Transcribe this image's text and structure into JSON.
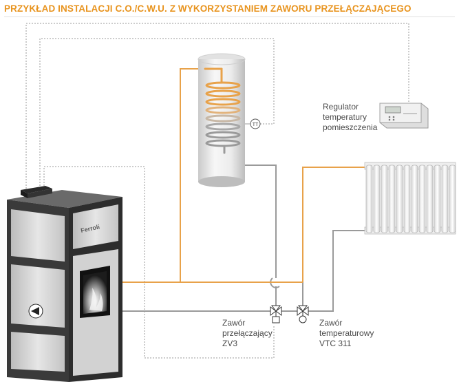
{
  "title": "PRZYKŁAD INSTALACJI C.O./C.W.U. Z WYKORZYSTANIEM ZAWORU PRZEŁĄCZAJĄCEGO",
  "labels": {
    "regulator": [
      "Regulator",
      "temperatury",
      "pomieszczenia"
    ],
    "switch_valve": [
      "Zawór",
      "przełączający",
      "ZV3"
    ],
    "thermostatic_valve": [
      "Zawór",
      "temperaturowy",
      "VTC 311"
    ]
  },
  "boiler": {
    "brand": "Ferroli"
  },
  "sensor": {
    "symbol": "TT"
  },
  "colors": {
    "title": "#e8941f",
    "supply_pipe": "#e8a24a",
    "return_pipe": "#9a9a9a",
    "signal_line": "#9a9a9a",
    "boiler_body": "#3a3a3a",
    "boiler_panel": "#d7d7d7"
  },
  "icons": [
    "pump-icon",
    "flame-icon",
    "valve-icon",
    "thermostat-icon",
    "radiator-icon",
    "water-heater-icon",
    "sensor-icon"
  ]
}
